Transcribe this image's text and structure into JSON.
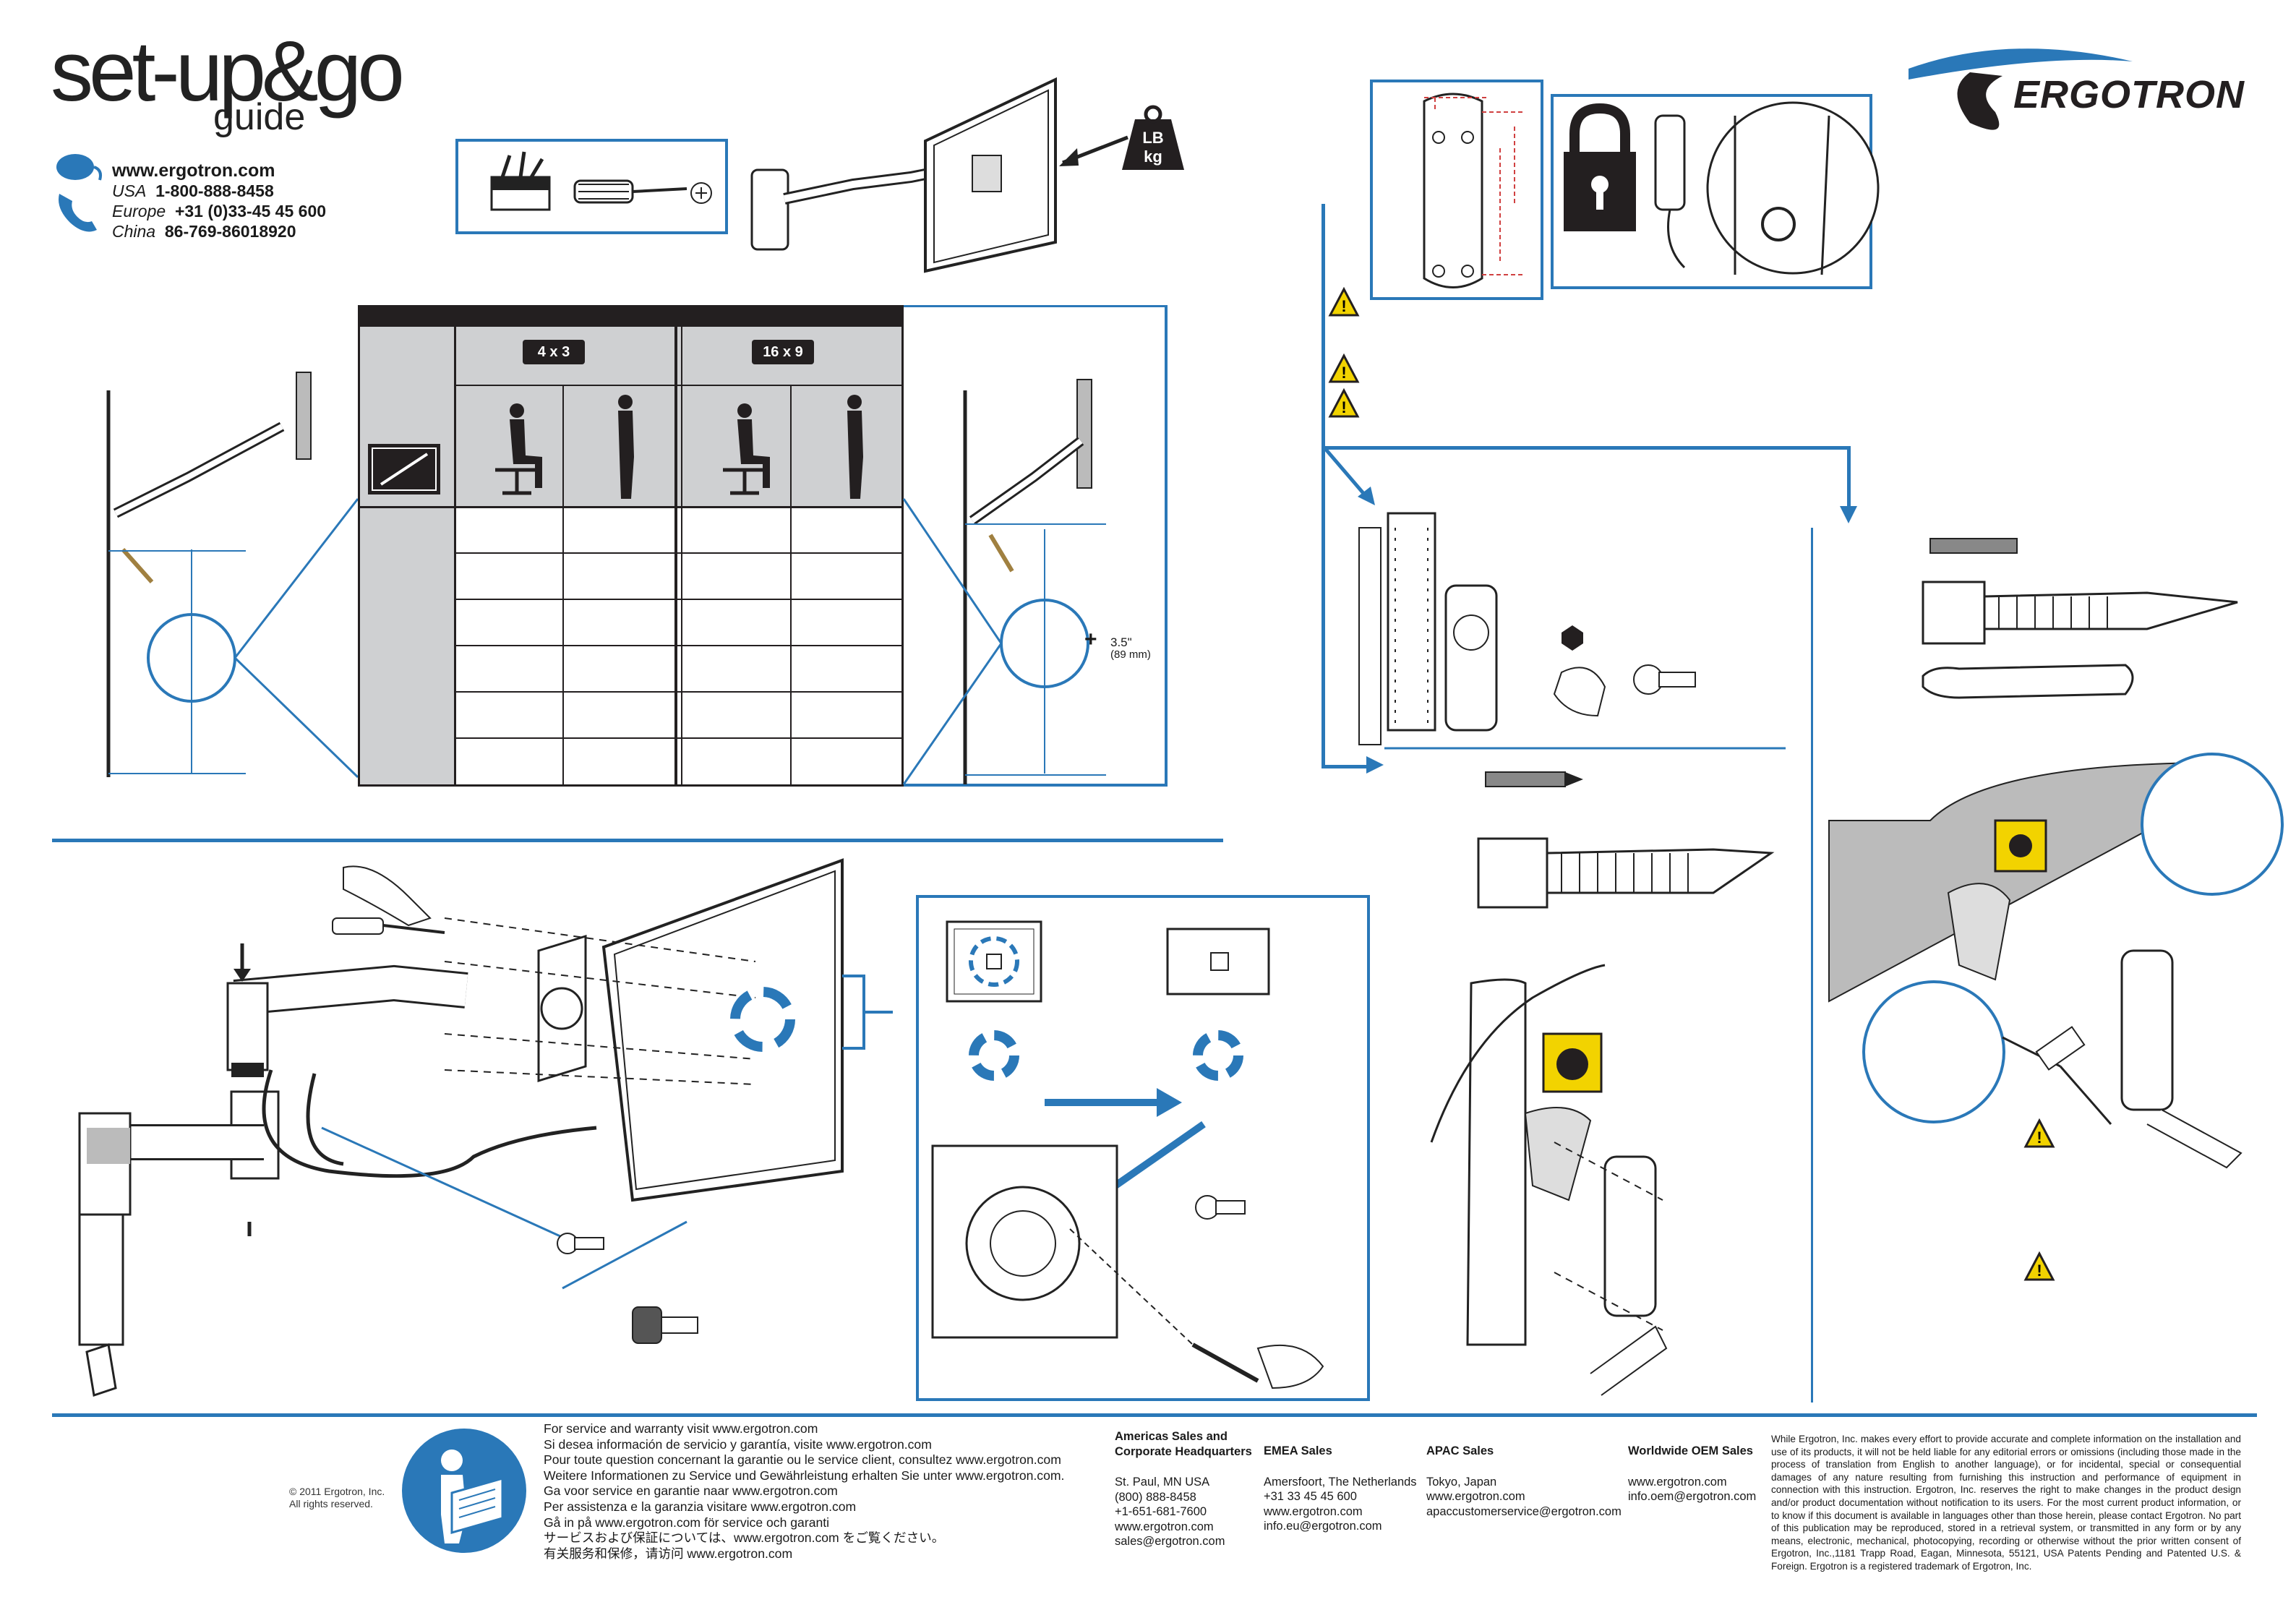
{
  "header": {
    "title": "set-up&go",
    "subtitle": "guide",
    "website": "www.ergotron.com",
    "phones": [
      {
        "region": "USA",
        "number": "1-800-888-8458"
      },
      {
        "region": "Europe",
        "number": "+31 (0)33-45 45 600"
      },
      {
        "region": "China",
        "number": "86-769-86018920"
      }
    ]
  },
  "weight_badge": {
    "top": "LB",
    "bottom": "kg"
  },
  "sizing_table": {
    "ratios": [
      "4 x 3",
      "16 x 9"
    ]
  },
  "measure": {
    "value": "3.5\"",
    "metric": "(89 mm)"
  },
  "brand": {
    "logo": "ERGOTRON"
  },
  "footer": {
    "copyright": [
      "© 2011 Ergotron, Inc.",
      "All rights reserved."
    ],
    "service_lines": [
      "For service and warranty visit www.ergotron.com",
      "Si desea información de servicio y garantía, visite www.ergotron.com",
      "Pour toute question concernant la garantie ou le service client, consultez www.ergotron.com",
      "Weitere Informationen zu Service und Gewährleistung erhalten Sie unter www.ergotron.com.",
      "Ga voor service en garantie naar www.ergotron.com",
      "Per assistenza e la garanzia visitare www.ergotron.com",
      "Gå in på www.ergotron.com för service och garanti",
      "サービスおよび保証については、www.ergotron.com をご覧ください。",
      "有关服务和保修，请访问 www.ergotron.com"
    ],
    "regions": [
      {
        "head": [
          "Americas Sales and",
          "Corporate Headquarters"
        ],
        "lines": [
          "St. Paul, MN USA",
          "(800) 888-8458",
          "+1-651-681-7600",
          "www.ergotron.com",
          "sales@ergotron.com"
        ]
      },
      {
        "head": [
          "EMEA Sales"
        ],
        "lines": [
          "Amersfoort, The Netherlands",
          "+31 33 45 45 600",
          "www.ergotron.com",
          "info.eu@ergotron.com"
        ]
      },
      {
        "head": [
          "APAC Sales"
        ],
        "lines": [
          "Tokyo, Japan",
          "www.ergotron.com",
          "apaccustomerservice@ergotron.com"
        ]
      },
      {
        "head": [
          "Worldwide OEM Sales"
        ],
        "lines": [
          "www.ergotron.com",
          "info.oem@ergotron.com"
        ]
      }
    ],
    "legal": "While Ergotron, Inc. makes every effort to provide accurate and complete information on the installation and use of its products, it will not be held liable for any editorial errors or omissions (including those made in the process of translation from English to another language), or for incidental, special or consequential damages of any nature resulting from furnishing this instruction and performance of equipment in connection with this instruction. Ergotron, Inc. reserves the right to make changes in the product design and/or product documentation without notification to its users. For the most current product information, or to know if this document is available in languages other than those herein, please contact Ergotron. No part of this publication may be reproduced, stored in a retrieval system, or transmitted in any form or by any means, electronic, mechanical, photocopying, recording or otherwise without the prior written consent of Ergotron, Inc.,1181 Trapp Road, Eagan, Minnesota, 55121, USA Patents Pending and Patented U.S. & Foreign. Ergotron is a registered trademark of Ergotron, Inc."
  },
  "colors": {
    "accent": "#2a78b8",
    "warning": "#f2d300",
    "ink": "#231f20"
  }
}
